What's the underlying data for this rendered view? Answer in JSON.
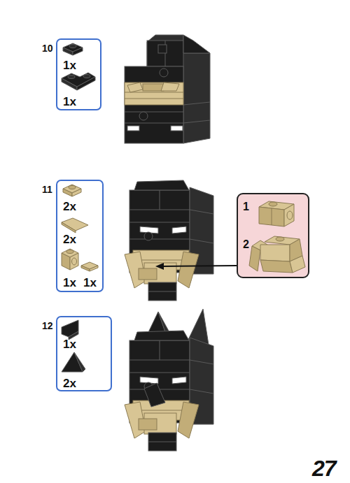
{
  "diagram": {
    "nodes": [
      {
        "text": [
          "10",
          "1x",
          "1x"
        ]
      },
      {
        "text": [
          "11",
          "2x",
          "2x",
          "1x",
          "1x"
        ]
      },
      {
        "text": [
          "1",
          "2"
        ]
      },
      {
        "text": [
          "12",
          "1x",
          "2x"
        ]
      }
    ],
    "labels": [
      "27"
    ]
  }
}
